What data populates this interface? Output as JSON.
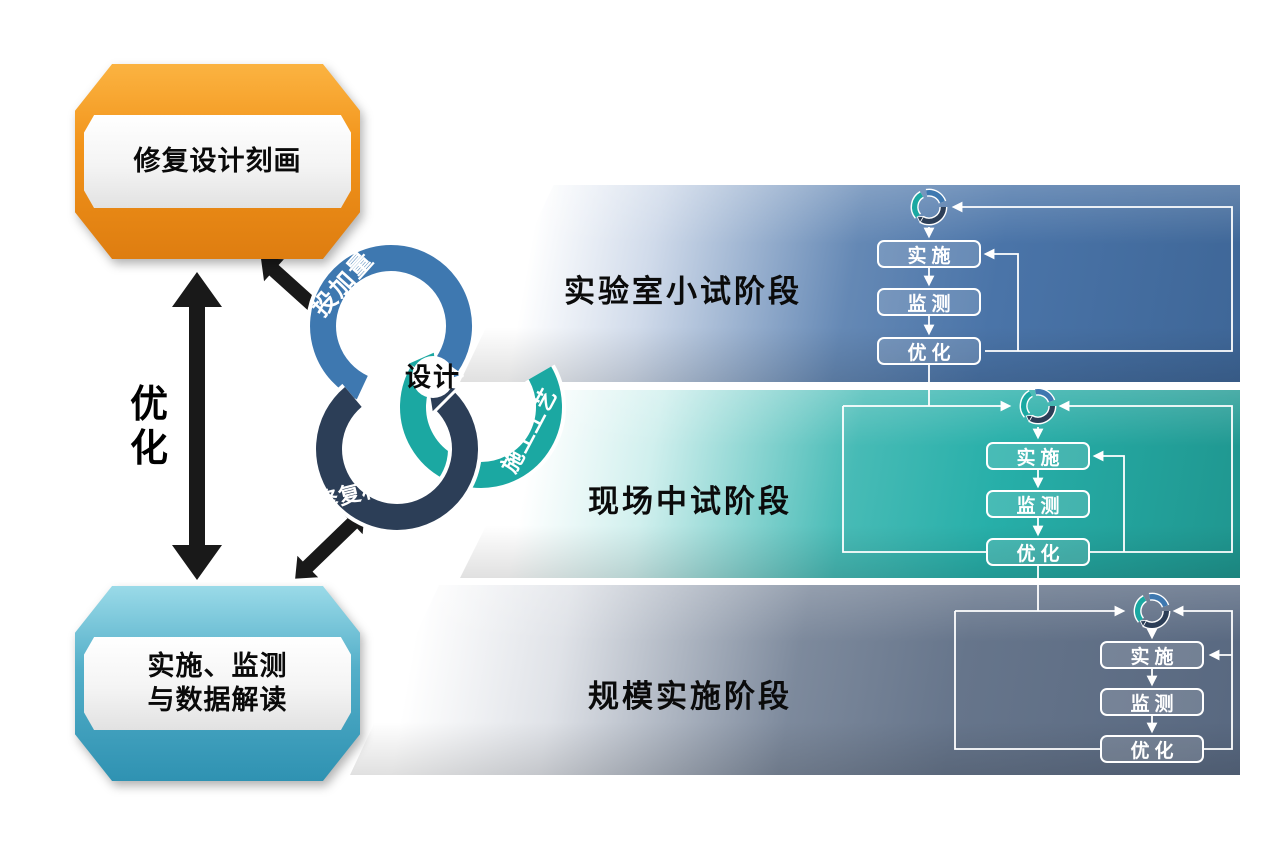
{
  "left_flow": {
    "top_hexagon": {
      "label": "修复设计刻画",
      "color_main": "#F2941B"
    },
    "bottom_hexagon": {
      "label_line1": "实施、监测",
      "label_line2": "与数据解读",
      "color_main": "#4BA8C4"
    },
    "optimize_arrow_label": "优化"
  },
  "center_cycle": {
    "center_label": "设计",
    "rings": [
      {
        "name": "dosage-ring",
        "label": "投加量",
        "color": "#3E78B0"
      },
      {
        "name": "construction-process-ring",
        "label": "施工工艺",
        "color": "#1BA8A2"
      },
      {
        "name": "repair-material-ring",
        "label": "修复材料",
        "color": "#2C3E57"
      }
    ]
  },
  "stages": [
    {
      "title": "实验室小试阶段",
      "color": "#4A74A8",
      "steps": [
        "实施",
        "监测",
        "优化"
      ]
    },
    {
      "title": "现场中试阶段",
      "color": "#27AFA9",
      "steps": [
        "实施",
        "监测",
        "优化"
      ]
    },
    {
      "title": "规模实施阶段",
      "color": "#66758B",
      "steps": [
        "实施",
        "监测",
        "优化"
      ]
    }
  ]
}
